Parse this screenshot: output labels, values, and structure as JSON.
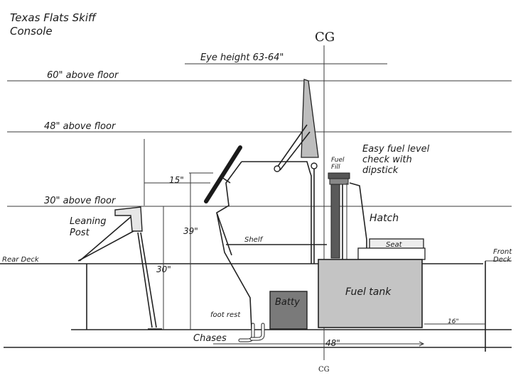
{
  "title": {
    "line1": "Texas Flats Skiff",
    "line2": "Console"
  },
  "labels": {
    "cg_top": "CG",
    "cg_bottom": "CG",
    "eye_height": "Eye height  63-64\"",
    "above_60": "60\" above floor",
    "above_48": "48\" above floor",
    "above_30": "30\" above floor",
    "fuel_fill_1": "Fuel",
    "fuel_fill_2": "Fill",
    "fuel_note_1": "Easy fuel level",
    "fuel_note_2": "check with",
    "fuel_note_3": "dipstick",
    "hatch": "Hatch",
    "seat": "Seat",
    "shelf": "Shelf",
    "leaning_post_1": "Leaning",
    "leaning_post_2": "Post",
    "rear_deck": "Rear Deck",
    "front_deck_1": "Front",
    "front_deck_2": "Deck",
    "batty": "Batty",
    "fuel_tank": "Fuel tank",
    "foot_rest": "foot rest",
    "chases": "Chases",
    "dim_15": "15\"",
    "dim_39": "39\"",
    "dim_30": "30\"",
    "dim_48": "48\"",
    "dim_16": "16\""
  },
  "colors": {
    "line": "#222222",
    "battery_fill": "#7a7a7a",
    "tank_fill": "#c4c4c4",
    "filler_tube": "#5a5a5a",
    "windshield": "#bdbdbd",
    "wheel": "#1a1a1a"
  }
}
